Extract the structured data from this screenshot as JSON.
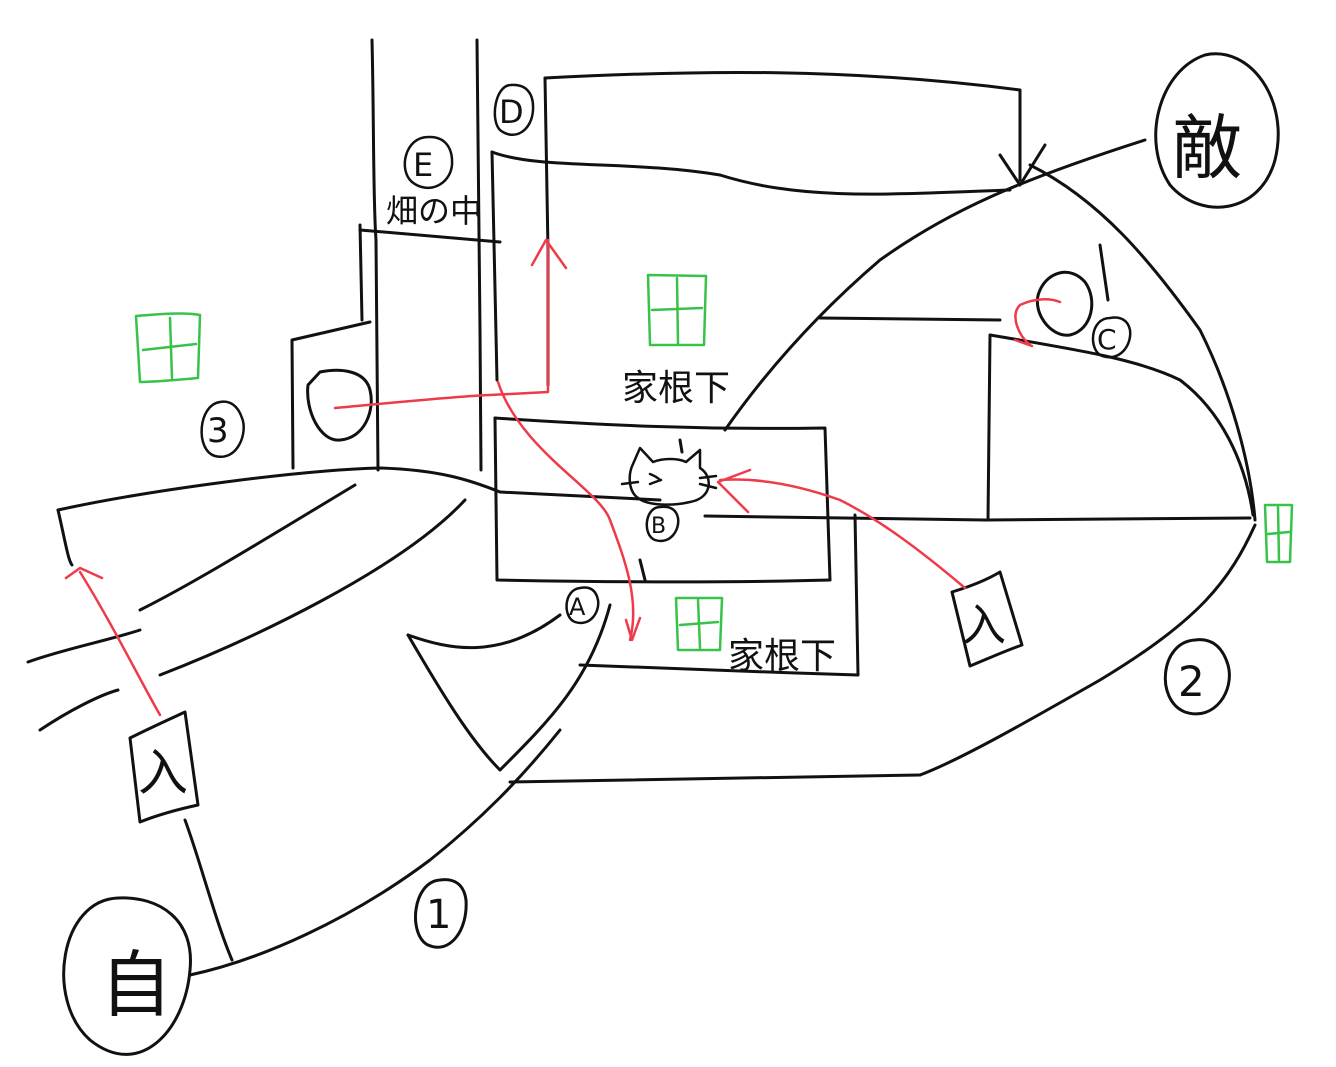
{
  "colors": {
    "ink": "#111111",
    "route": "#ee3b4a",
    "field": "#39c24a",
    "paper": "#ffffff"
  },
  "labels": {
    "home": "自",
    "enemy": "敵",
    "point_e": "E",
    "bush": "畑の中",
    "point_d": "D",
    "roof_top": "家根下",
    "point_b": "B",
    "point_a": "A",
    "roof_bottom": "家根下",
    "point_c": "C",
    "entry_left": "入",
    "entry_right": "入",
    "num_1": "1",
    "num_2": "2",
    "num_3": "3"
  },
  "icons": {
    "cat": "cat-icon",
    "field_mark": "field-mark-icon"
  }
}
